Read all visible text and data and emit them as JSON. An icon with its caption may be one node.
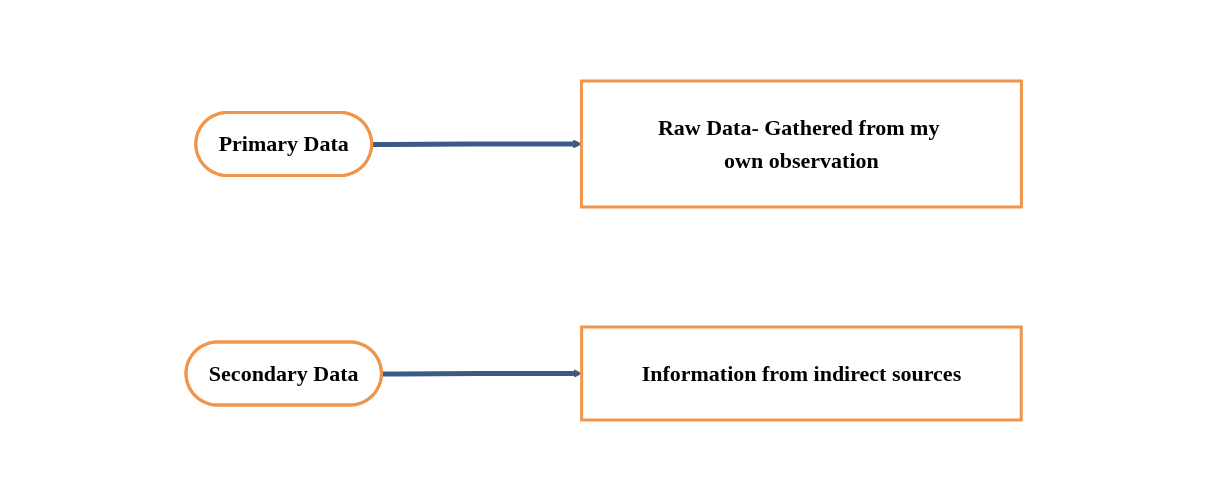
{
  "diagram": {
    "nodes": [
      {
        "text": [
          "Primary Data"
        ]
      },
      {
        "text": [
          "Raw Data- Gathered from my own observation"
        ]
      },
      {
        "text": [
          "Secondary Data"
        ]
      },
      {
        "text": [
          "Information from indirect sources"
        ]
      }
    ],
    "edges": [
      {
        "from": 0,
        "to": 1,
        "arrow": "to"
      },
      {
        "from": 2,
        "to": 3,
        "arrow": "to"
      }
    ]
  }
}
